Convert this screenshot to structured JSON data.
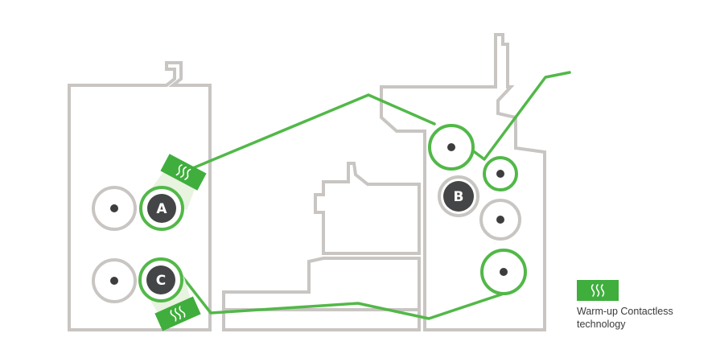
{
  "rolls": {
    "a": {
      "label": "A"
    },
    "b": {
      "label": "B"
    },
    "c": {
      "label": "C"
    }
  },
  "legend": {
    "icon": "heat-waves-icon",
    "text": "Warm-up Contactless\ntechnology"
  },
  "colors": {
    "web": "#52b848",
    "heater": "#3fae3c",
    "frame": "#c8c5c2",
    "roll_dark": "#444546"
  }
}
